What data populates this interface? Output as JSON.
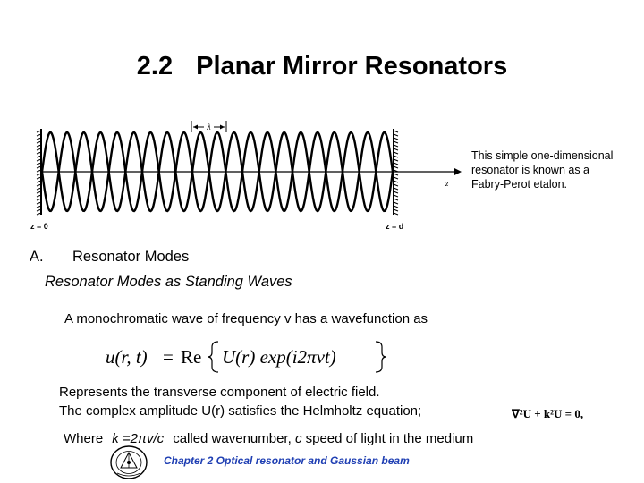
{
  "title": {
    "number": "2.2",
    "text": "Planar Mirror Resonators"
  },
  "diagram": {
    "lambda_label": "λ",
    "z_label": "z",
    "left_mirror_label": "z = 0",
    "right_mirror_label": "z = d"
  },
  "caption": {
    "line1": "This simple one-dimensional",
    "line2": "resonator is known as a",
    "line3": "Fabry-Perot etalon."
  },
  "section": {
    "label": "A.",
    "title": "Resonator Modes"
  },
  "subheading": "Resonator Modes as Standing Waves",
  "intro": "A monochromatic wave of frequency v has a wavefunction as",
  "equation": {
    "lhs": "u(r, t)",
    "eq": "=",
    "re": "Re",
    "body": "U(r) exp(i2πvt)"
  },
  "represents": {
    "line1": "Represents the transverse component of electric field.",
    "line2": "The complex amplitude U(r) satisfies the Helmholtz equation;"
  },
  "helmholtz": {
    "lhs": "∇²U + k²U = 0,"
  },
  "where": {
    "prefix": "Where",
    "k_expr": "k =2πv/c",
    "middle": "called wavenumber,",
    "c_sym": "c",
    "suffix": "speed of light in the medium"
  },
  "footer": "Chapter 2  Optical resonator and Gaussian beam"
}
